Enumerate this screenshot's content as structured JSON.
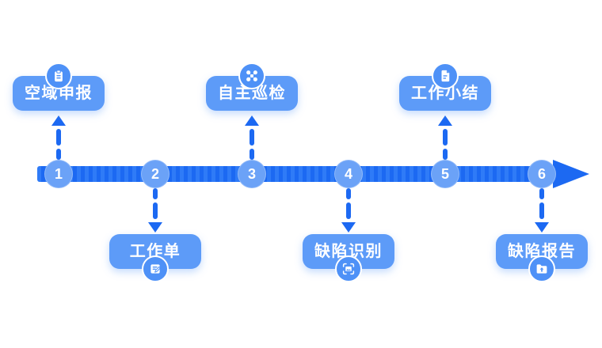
{
  "diagram": {
    "type": "process-timeline",
    "direction": "left-to-right",
    "colors": {
      "card_fill": "#5D9BF8",
      "node_fill": "#6BA2F7",
      "bar_fill": "#1C69F2",
      "bar_stripe": "#2F7BF7",
      "icon_badge_fill": "#4E91F7",
      "text": "#FFFFFF",
      "background": "#FFFFFF"
    },
    "steps": [
      {
        "number": "1",
        "label": "空域申报",
        "icon": "clipboard-icon",
        "side": "top"
      },
      {
        "number": "2",
        "label": "工作单",
        "icon": "edit-note-icon",
        "side": "bottom"
      },
      {
        "number": "3",
        "label": "自主巡检",
        "icon": "drone-icon",
        "side": "top"
      },
      {
        "number": "4",
        "label": "缺陷识别",
        "icon": "scan-image-icon",
        "side": "bottom"
      },
      {
        "number": "5",
        "label": "工作小结",
        "icon": "document-icon",
        "side": "top"
      },
      {
        "number": "6",
        "label": "缺陷报告",
        "icon": "folder-upload-icon",
        "side": "bottom"
      }
    ]
  }
}
